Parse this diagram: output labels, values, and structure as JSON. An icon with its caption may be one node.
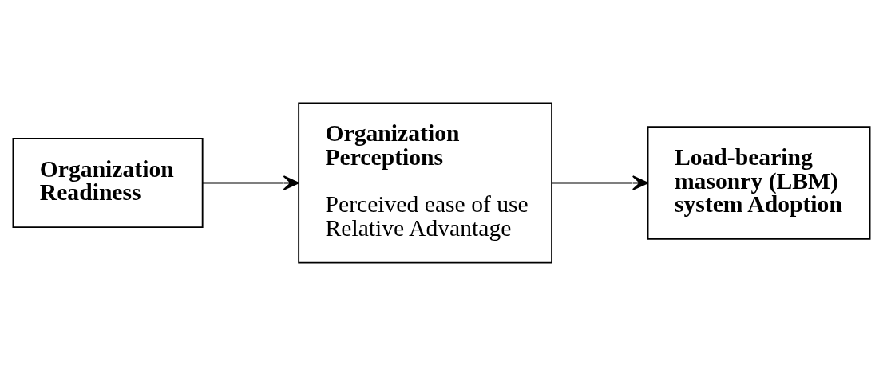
{
  "diagram": {
    "nodes": [
      {
        "text": [
          "Organization Readiness"
        ]
      },
      {
        "text": [
          "Organization Perceptions",
          "Perceived ease of use",
          "Relative Advantage"
        ]
      },
      {
        "text": [
          "Load-bearing masonry (LBM) system Adoption"
        ]
      }
    ],
    "edges": [
      {
        "from": 0,
        "to": 1,
        "arrow": "to"
      },
      {
        "from": 1,
        "to": 2,
        "arrow": "to"
      }
    ]
  }
}
